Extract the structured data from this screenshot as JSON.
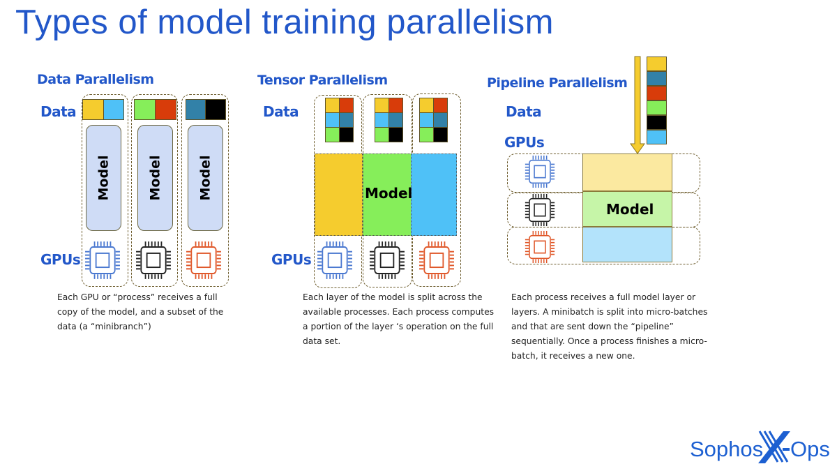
{
  "title": "Types of model training parallelism",
  "colors": {
    "accent": "#2257c9",
    "yellow": "#f5cc2e",
    "light_blue": "#4fc1f7",
    "green": "#86ee5a",
    "red": "#d83c0a",
    "teal": "#3281a8",
    "black": "#000000",
    "gpu_blue": "#4a78d0",
    "gpu_black": "#222222",
    "gpu_orange": "#e0582a"
  },
  "data_parallelism": {
    "heading": "Data Parallelism",
    "data_label": "Data",
    "gpus_label": "GPUs",
    "model_label": "Model",
    "description": "Each GPU or “process” receives a full copy of the model, and a subset of the data (a “minibranch”)"
  },
  "tensor_parallelism": {
    "heading": "Tensor Parallelism",
    "data_label": "Data",
    "gpus_label": "GPUs",
    "model_label": "Model",
    "description": "Each layer of the model is split across the available processes. Each process computes a portion of the layer ‘s operation on the full data set."
  },
  "pipeline_parallelism": {
    "heading": "Pipeline Parallelism",
    "data_label": "Data",
    "gpus_label": "GPUs",
    "model_label": "Model",
    "description": "Each process receives a full model layer or layers. A minibatch is split into micro-batches and that are sent down the “pipeline” sequentially. Once a process finishes a micro-batch, it receives a new one."
  },
  "logo": {
    "text": "Sophos X-Ops"
  },
  "icons": [
    "gpu-chip-icon",
    "down-arrow-icon"
  ]
}
